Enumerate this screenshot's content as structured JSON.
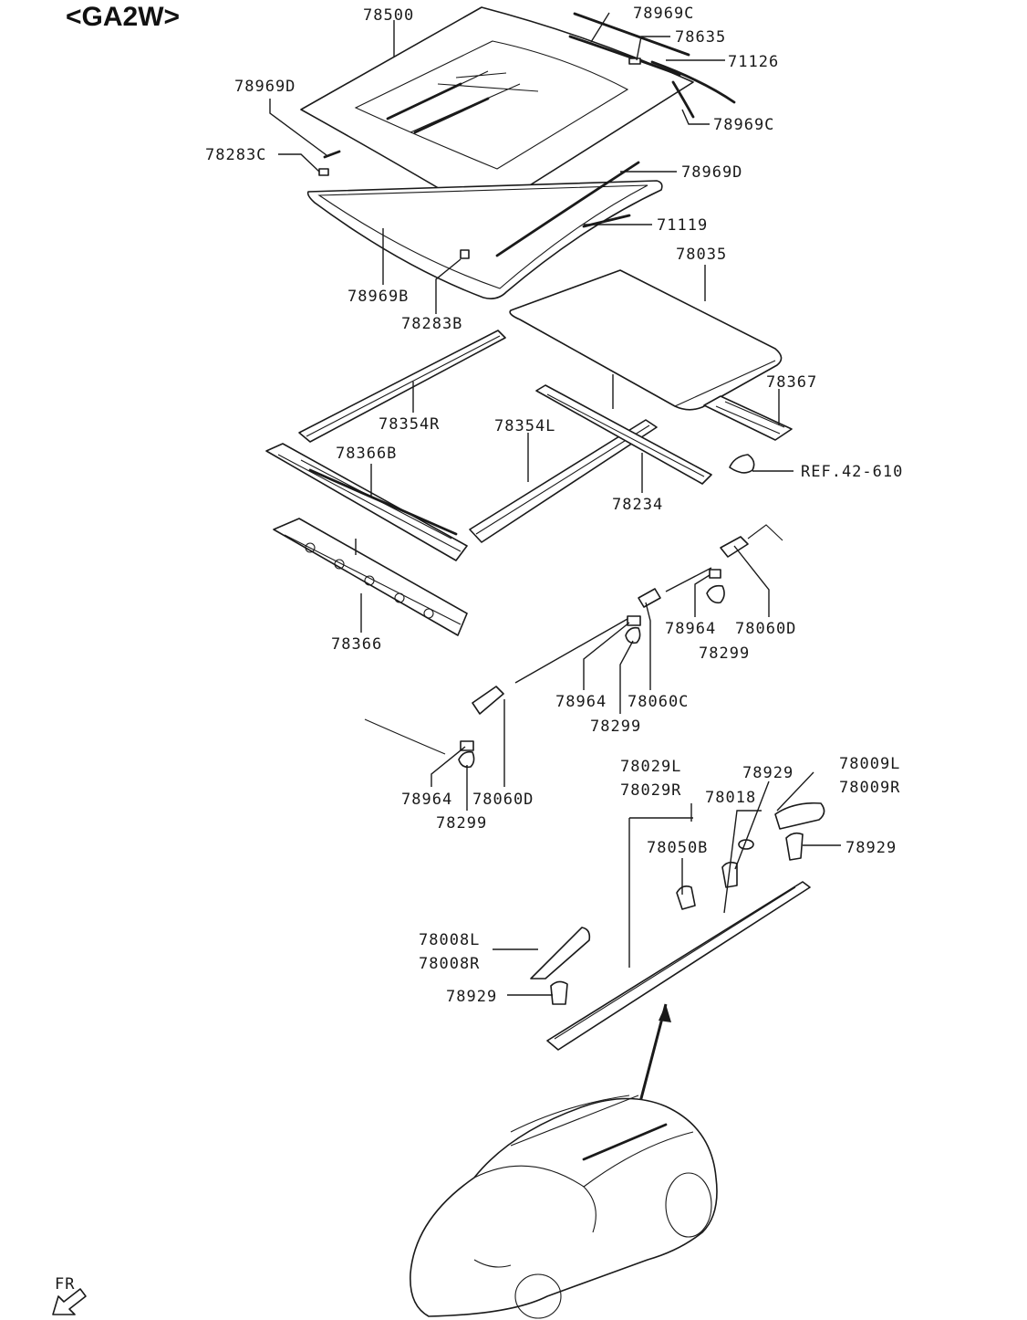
{
  "header": {
    "title": "<GA2W>"
  },
  "orientation": {
    "label": "FR"
  },
  "labels": {
    "p78500": "78500",
    "p78969C_top": "78969C",
    "p78635": "78635",
    "p71126": "71126",
    "p78969C_bot": "78969C",
    "p78969D_left": "78969D",
    "p78283C": "78283C",
    "p78969D_right": "78969D",
    "p71119": "71119",
    "p78969B": "78969B",
    "p78283B": "78283B",
    "p78035": "78035",
    "p78367": "78367",
    "p78354R": "78354R",
    "p78354L": "78354L",
    "p78366B": "78366B",
    "pREF": "REF.42-610",
    "p78234": "78234",
    "p78366": "78366",
    "p78964_a": "78964",
    "p78060D_a": "78060D",
    "p78299_a": "78299",
    "p78964_b": "78964",
    "p78060C": "78060C",
    "p78299_b": "78299",
    "p78964_c": "78964",
    "p78060D_c": "78060D",
    "p78299_c": "78299",
    "p78029L": "78029L",
    "p78029R": "78029R",
    "p78929_top": "78929",
    "p78009L": "78009L",
    "p78009R": "78009R",
    "p78018": "78018",
    "p78929_right": "78929",
    "p78050B": "78050B",
    "p78008L": "78008L",
    "p78008R": "78008R",
    "p78929_left": "78929"
  }
}
